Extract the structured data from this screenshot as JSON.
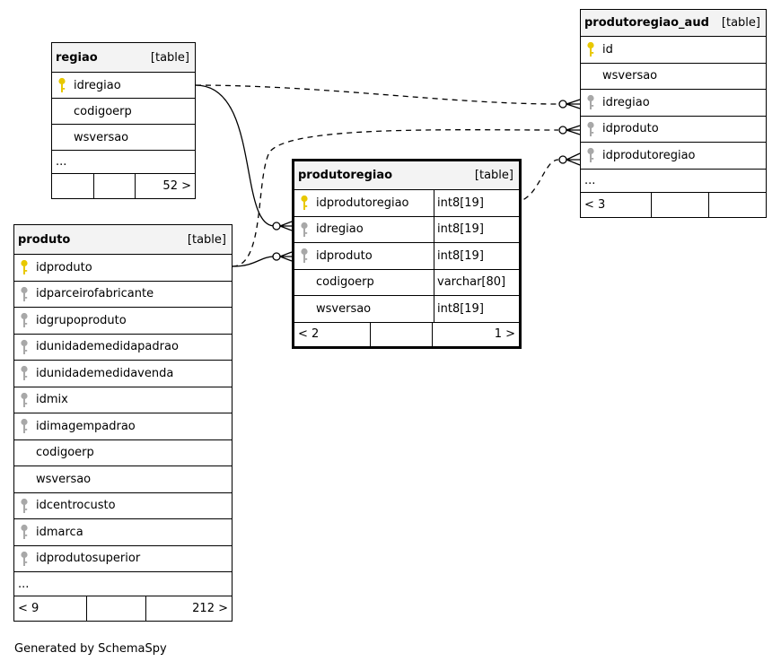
{
  "tables": {
    "regiao": {
      "name": "regiao",
      "kind": "[table]",
      "columns": [
        {
          "name": "idregiao",
          "key": "pk"
        },
        {
          "name": "codigoerp",
          "key": "none"
        },
        {
          "name": "wsversao",
          "key": "none"
        }
      ],
      "more": "...",
      "footer": {
        "left": "",
        "right": "52 >"
      }
    },
    "produto": {
      "name": "produto",
      "kind": "[table]",
      "columns": [
        {
          "name": "idproduto",
          "key": "pk"
        },
        {
          "name": "idparceirofabricante",
          "key": "fk"
        },
        {
          "name": "idgrupoproduto",
          "key": "fk"
        },
        {
          "name": "idunidademedidapadrao",
          "key": "fk"
        },
        {
          "name": "idunidademedidavenda",
          "key": "fk"
        },
        {
          "name": "idmix",
          "key": "fk"
        },
        {
          "name": "idimagempadrao",
          "key": "fk"
        },
        {
          "name": "codigoerp",
          "key": "none"
        },
        {
          "name": "wsversao",
          "key": "none"
        },
        {
          "name": "idcentrocusto",
          "key": "fk"
        },
        {
          "name": "idmarca",
          "key": "fk"
        },
        {
          "name": "idprodutosuperior",
          "key": "fk"
        }
      ],
      "more": "...",
      "footer": {
        "left": "< 9",
        "right": "212 >"
      }
    },
    "produtoregiao": {
      "name": "produtoregiao",
      "kind": "[table]",
      "columns": [
        {
          "name": "idprodutoregiao",
          "type": "int8[19]",
          "key": "pk"
        },
        {
          "name": "idregiao",
          "type": "int8[19]",
          "key": "fk"
        },
        {
          "name": "idproduto",
          "type": "int8[19]",
          "key": "fk"
        },
        {
          "name": "codigoerp",
          "type": "varchar[80]",
          "key": "none"
        },
        {
          "name": "wsversao",
          "type": "int8[19]",
          "key": "none"
        }
      ],
      "footer": {
        "left": "< 2",
        "right": "1 >"
      }
    },
    "produtoregiao_aud": {
      "name": "produtoregiao_aud",
      "kind": "[table]",
      "columns": [
        {
          "name": "id",
          "key": "pk"
        },
        {
          "name": "wsversao",
          "key": "none"
        },
        {
          "name": "idregiao",
          "key": "fk"
        },
        {
          "name": "idproduto",
          "key": "fk"
        },
        {
          "name": "idprodutoregiao",
          "key": "fk"
        }
      ],
      "more": "...",
      "footer": {
        "left": "< 3",
        "right": ""
      }
    }
  },
  "colors": {
    "pk_key": "#e8c800",
    "fk_key": "#a8a8a8",
    "header_bg": "#f3f3f3"
  },
  "relationships": [
    {
      "from": "produtoregiao.idregiao",
      "to": "regiao.idregiao",
      "style": "solid"
    },
    {
      "from": "produtoregiao.idproduto",
      "to": "produto.idproduto",
      "style": "solid"
    },
    {
      "from": "produtoregiao_aud.idregiao",
      "to": "regiao.idregiao",
      "style": "dashed"
    },
    {
      "from": "produtoregiao_aud.idproduto",
      "to": "produto.idproduto",
      "style": "dashed"
    },
    {
      "from": "produtoregiao_aud.idprodutoregiao",
      "to": "produtoregiao.idprodutoregiao",
      "style": "dashed"
    }
  ],
  "credit": "Generated by SchemaSpy"
}
